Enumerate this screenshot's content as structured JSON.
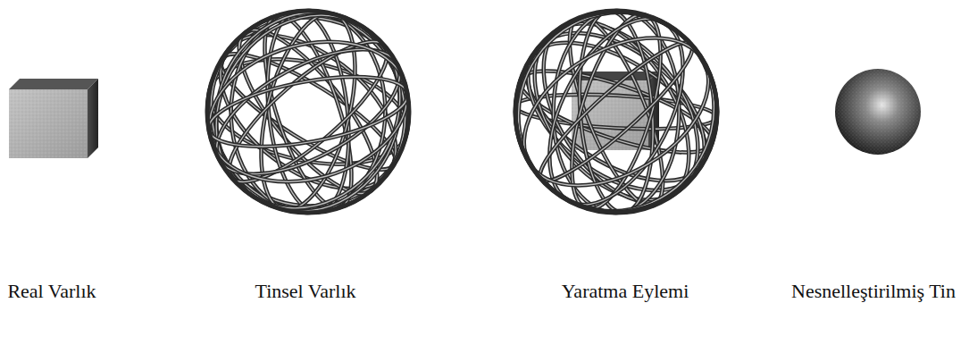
{
  "diagram": {
    "labels": [
      "Real Varlık",
      "Tinsel Varlık",
      "Yaratma Eylemi",
      "Nesnelleştirilmiş Tin"
    ]
  }
}
